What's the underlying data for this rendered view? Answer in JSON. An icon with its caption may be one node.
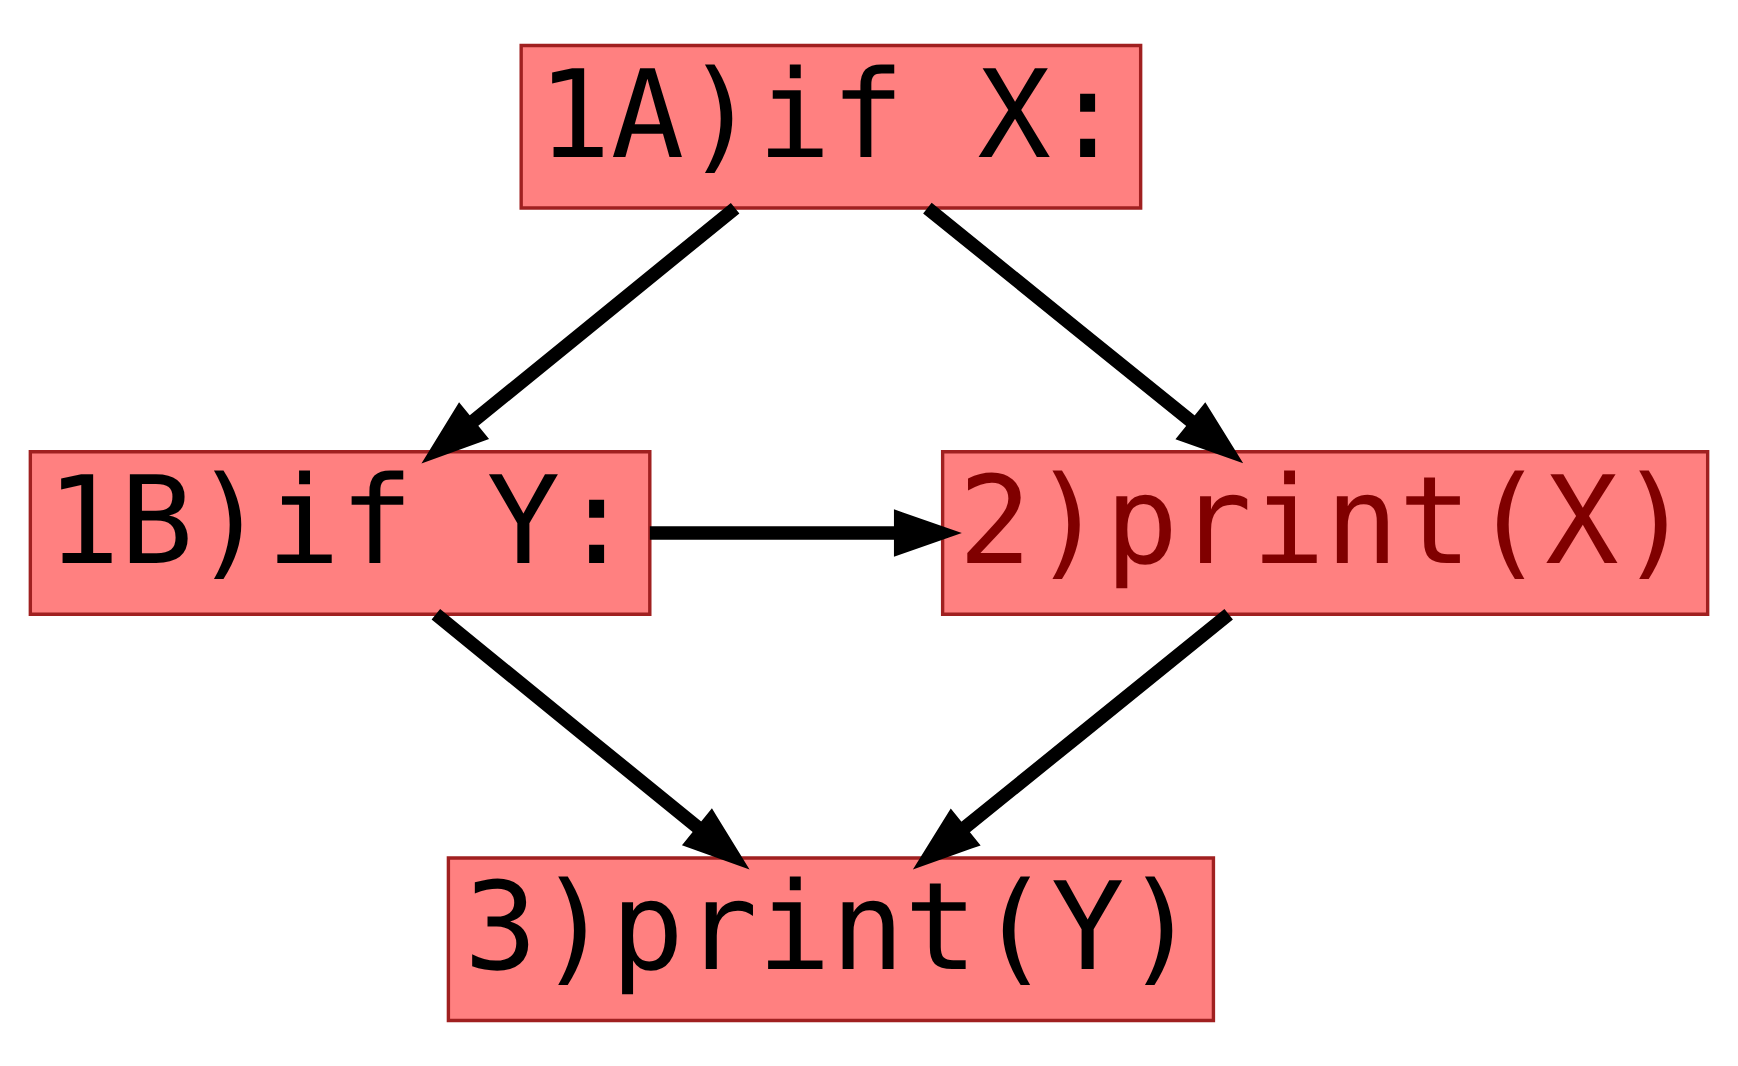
{
  "diagram": {
    "nodes": [
      {
        "text": [
          "1A)if X:"
        ]
      },
      {
        "text": [
          "1B)if Y:"
        ]
      },
      {
        "text": [
          "2)print(X)"
        ]
      },
      {
        "text": [
          "3)print(Y)"
        ]
      }
    ],
    "edges": [
      {
        "from": 0,
        "to": 1,
        "arrow": "to"
      },
      {
        "from": 0,
        "to": 2,
        "arrow": "to"
      },
      {
        "from": 1,
        "to": 2,
        "arrow": "to"
      },
      {
        "from": 1,
        "to": 3,
        "arrow": "to"
      },
      {
        "from": 2,
        "to": 3,
        "arrow": "to"
      }
    ]
  }
}
